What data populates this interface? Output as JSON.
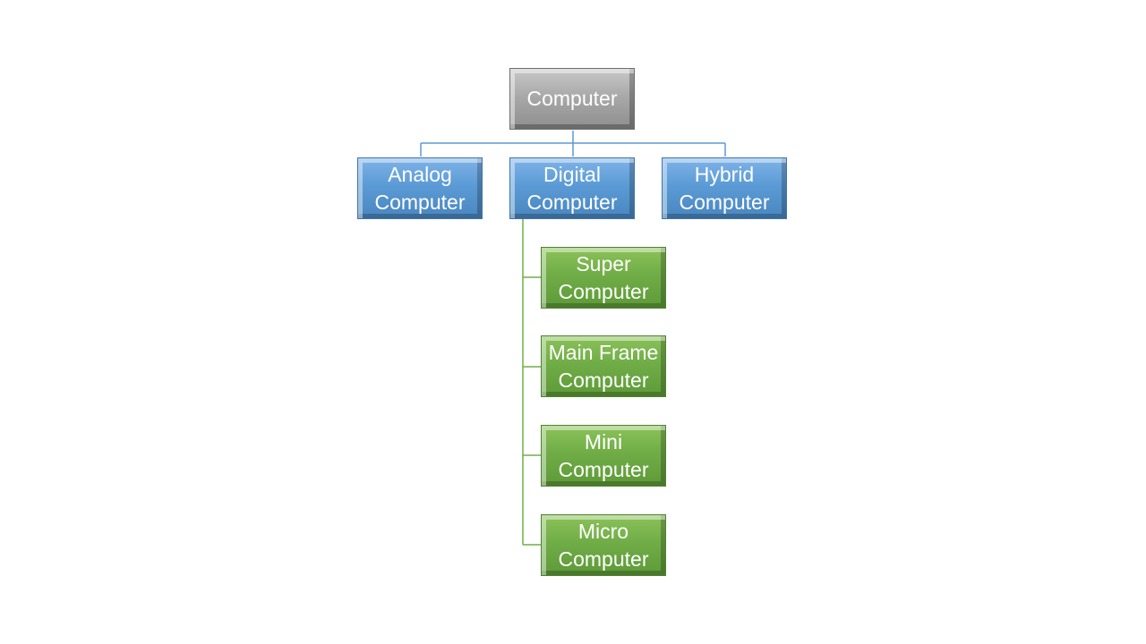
{
  "diagram": {
    "root": {
      "lines": [
        "Computer"
      ]
    },
    "level1": [
      {
        "lines": [
          "Analog",
          "Computer"
        ]
      },
      {
        "lines": [
          "Digital",
          "Computer"
        ]
      },
      {
        "lines": [
          "Hybrid",
          "Computer"
        ]
      }
    ],
    "digital_children": [
      {
        "lines": [
          "Super",
          "Computer"
        ]
      },
      {
        "lines": [
          "Main Frame",
          "Computer"
        ]
      },
      {
        "lines": [
          "Mini",
          "Computer"
        ]
      },
      {
        "lines": [
          "Micro",
          "Computer"
        ]
      }
    ]
  },
  "colors": {
    "root": "#a5a5a5",
    "level1": "#5b9bd5",
    "children": "#70ad47",
    "connector_blue": "#5b9bd5",
    "connector_green": "#70ad47"
  }
}
